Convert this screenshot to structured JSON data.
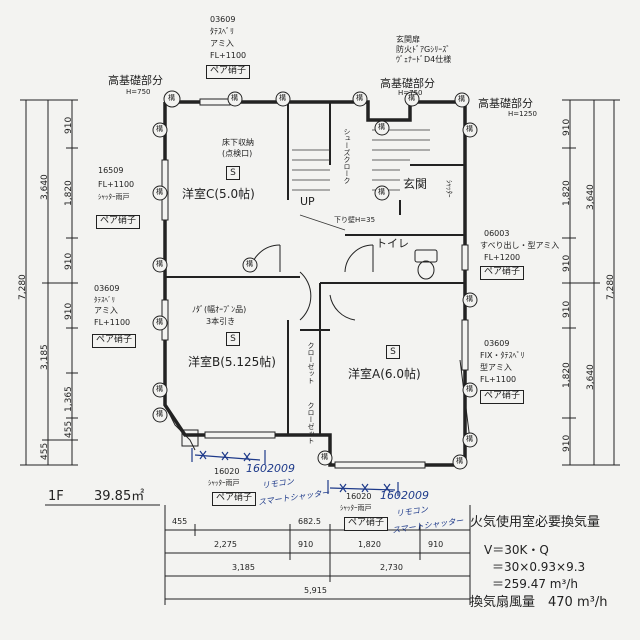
{
  "notes": {
    "top_window": {
      "code": "03609",
      "type": "ﾀﾃｽﾍﾞﾘ",
      "screen": "アミ入",
      "height": "FL+1100",
      "glass": "ペア硝子"
    },
    "entrance_door": {
      "line1": "玄関扉",
      "line2": "防火ﾄﾞｱGｼﾘｰｽﾞ",
      "line3": "ｳﾞｪﾅｰﾄﾞD4仕様"
    },
    "high_base_1": {
      "label": "高基礎部分",
      "h": "H=750"
    },
    "high_base_2": {
      "label": "高基礎部分",
      "h": "H=750"
    },
    "high_base_3": {
      "label": "高基礎部分",
      "h": "H=1250"
    },
    "left_window_1": {
      "code": "16509",
      "height": "FL+1100",
      "shutter": "ｼｬｯﾀｰ雨戸",
      "glass": "ペア硝子"
    },
    "left_window_2": {
      "code": "03609",
      "type": "ﾀﾃｽﾍﾞﾘ",
      "screen": "アミ入",
      "height": "FL+1100",
      "glass": "ペア硝子"
    },
    "right_window_1": {
      "code": "06003",
      "type": "すべり出し・型アミ入",
      "height": "FL+1200",
      "glass": "ペア硝子"
    },
    "right_window_2": {
      "code": "03609",
      "type": "FIX・ﾀﾃｽﾍﾞﾘ",
      "screen": "型アミ入",
      "height": "FL+1100",
      "glass": "ペア硝子"
    },
    "bottom_window_1": {
      "code": "16020",
      "shutter": "ｼｬｯﾀｰ雨戸",
      "glass": "ペア硝子"
    },
    "bottom_window_2": {
      "code": "16020",
      "shutter": "ｼｬｯﾀｰ雨戸",
      "glass": "ペア硝子"
    }
  },
  "rooms": {
    "room_c": "洋室C(5.0帖)",
    "room_b": "洋室B(5.125帖)",
    "room_a": "洋室A(6.0帖)",
    "entrance": "玄関",
    "toilet": "トイレ",
    "underfloor": "床下収納",
    "underfloor_sub": "(点検口)",
    "shoe_closet": "シューズクローク",
    "up": "UP",
    "drop_wall": "下り壁H=35",
    "nodo": "ﾉﾀﾞ(幅ｵｰﾌﾞﾝ品)",
    "nodo_sub": "3本引き",
    "shutter_label": "ｼｬｯﾀｰ",
    "closet_1": "クローゼット",
    "closet_2": "クローゼット",
    "s": "S",
    "column": "構",
    "floor_label": "1F",
    "floor_area": "39.85㎡"
  },
  "dims_left_outer": [
    "7,280"
  ],
  "dims_left_inner": [
    "3,640",
    "3,185",
    "455"
  ],
  "dims_left_fine": [
    "910",
    "1,820",
    "910",
    "910",
    "1,365",
    "455"
  ],
  "dims_right_outer": [
    "7,280"
  ],
  "dims_right_inner": [
    "3,640",
    "3,640"
  ],
  "dims_right_fine": [
    "910",
    "1,820",
    "910",
    "910",
    "1,820",
    "910"
  ],
  "dims_bottom": {
    "row1": [
      "455",
      "682.5"
    ],
    "row2": [
      "2,275",
      "910",
      "1,820",
      "910"
    ],
    "row3": [
      "3,185",
      "2,730"
    ],
    "row4": [
      "5,915"
    ]
  },
  "handwritten": {
    "hw1": "1602009",
    "hw2": "リモコン",
    "hw3": "スマートシャッター",
    "hw4": "1602009",
    "hw5": "リモコン",
    "hw6": "スマートシャッター"
  },
  "ventilation": {
    "title": "火気使用室必要換気量",
    "l1": "V＝30K・Q",
    "l2": "＝30×0.93×9.3",
    "l3": "＝259.47 m³/h",
    "l4": "換気扇風量　470 m³/h"
  }
}
